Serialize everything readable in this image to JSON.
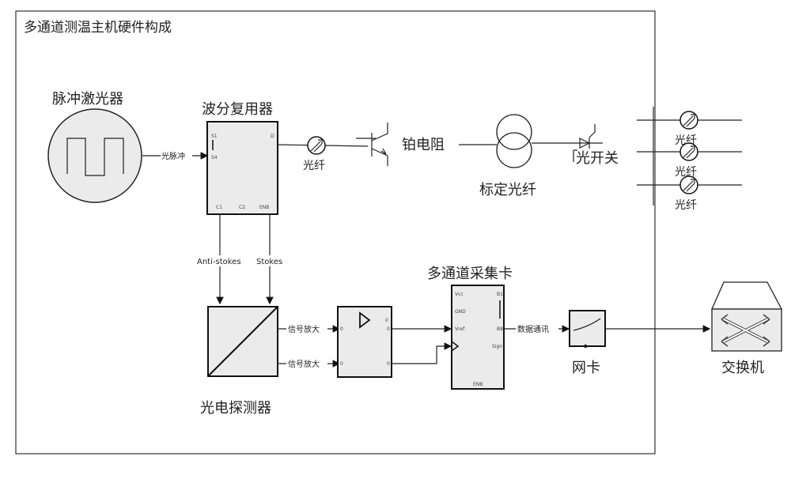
{
  "title": "多通道测温主机硬件构成",
  "components": {
    "laser": {
      "label": "脉冲激光器",
      "icon": "square-wave-icon"
    },
    "wdm": {
      "label": "波分复用器",
      "ports": {
        "s1": "S1",
        "s4": "S4",
        "d": "D",
        "c1": "C1",
        "c2": "C2",
        "enb": "ENB"
      }
    },
    "fiber1": {
      "label": "光纤"
    },
    "platinum": {
      "label": "铂电阻"
    },
    "calib": {
      "label": "标定光纤"
    },
    "switch": {
      "label": "光开关"
    },
    "fibers_out": [
      {
        "label": "光纤"
      },
      {
        "label": "光纤"
      },
      {
        "label": "光纤"
      }
    ],
    "detector": {
      "label": "光电探测器"
    },
    "amp": {
      "ports": {
        "in1": "0",
        "in2": "0",
        "out0": "0",
        "out1": "0",
        "out2": "0"
      }
    },
    "daq": {
      "label": "多通道采集卡",
      "ports": {
        "vcc": "Vcc",
        "gnd": "GND",
        "vref": "Vref",
        "b1": "B1",
        "b8": "B8",
        "sign": "Sign",
        "enb": "ENB"
      }
    },
    "nic": {
      "label": "网卡"
    },
    "switcher": {
      "label": "交换机"
    }
  },
  "connections": {
    "laser_to_wdm": "光脉冲",
    "anti_stokes": "Anti-stokes",
    "stokes": "Stokes",
    "amp1": "信号放大",
    "amp2": "信号放大",
    "data_comm": "数据通讯"
  }
}
